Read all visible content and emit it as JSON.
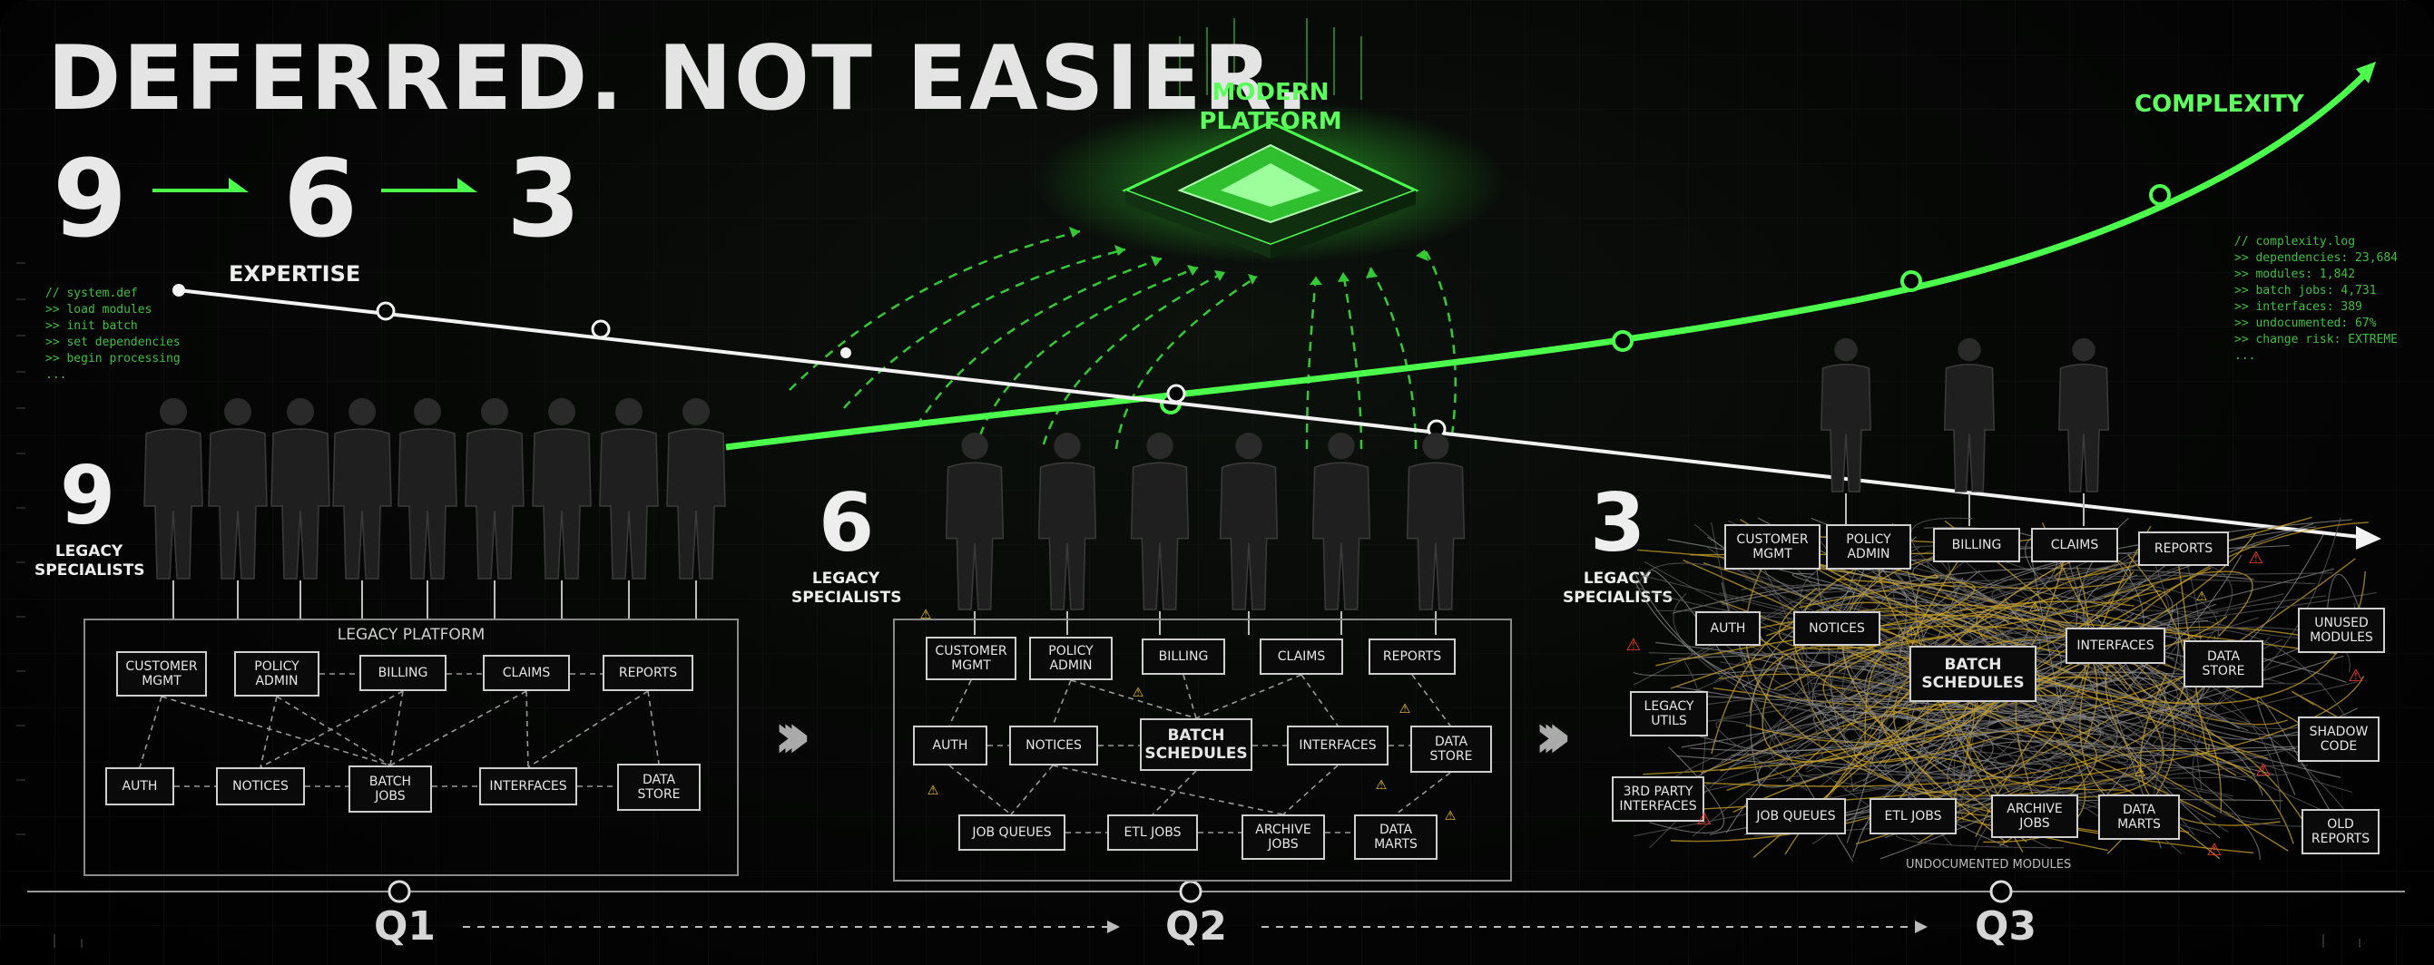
{
  "title": "DEFERRED. NOT EASIER.",
  "sequence": [
    "9",
    "6",
    "3"
  ],
  "platform_label": {
    "line1": "MODERN",
    "line2": "PLATFORM"
  },
  "complexity_label": "COMPLEXITY",
  "expertise_label": "EXPERTISE",
  "system_log": {
    "lines": [
      "// system.def",
      ">> load modules",
      ">> init batch",
      ">> set dependencies",
      ">> begin processing",
      "..."
    ]
  },
  "complexity_log": {
    "lines": [
      "// complexity.log",
      ">> dependencies: 23,684",
      ">> modules: 1,842",
      ">> batch jobs: 4,731",
      ">> interfaces: 389",
      ">> undocumented: 67%",
      ">> change risk: EXTREME",
      "..."
    ]
  },
  "teams": [
    {
      "count": "9",
      "caption": "LEGACY\nSPECIALISTS",
      "people": 9
    },
    {
      "count": "6",
      "caption": "LEGACY\nSPECIALISTS",
      "people": 6
    },
    {
      "count": "3",
      "caption": "LEGACY\nSPECIALISTS",
      "people": 3
    }
  ],
  "q1": {
    "platform_title": "LEGACY PLATFORM",
    "modules": {
      "customer_mgmt": "CUSTOMER\nMGMT",
      "policy_admin": "POLICY\nADMIN",
      "billing": "BILLING",
      "claims": "CLAIMS",
      "reports": "REPORTS",
      "auth": "AUTH",
      "notices": "NOTICES",
      "batch_jobs": "BATCH\nJOBS",
      "interfaces": "INTERFACES",
      "data_store": "DATA\nSTORE"
    }
  },
  "q2": {
    "modules": {
      "customer_mgmt": "CUSTOMER\nMGMT",
      "policy_admin": "POLICY\nADMIN",
      "billing": "BILLING",
      "claims": "CLAIMS",
      "reports": "REPORTS",
      "auth": "AUTH",
      "notices": "NOTICES",
      "batch_schedules": "BATCH\nSCHEDULES",
      "interfaces": "INTERFACES",
      "data_store": "DATA\nSTORE",
      "job_queues": "JOB QUEUES",
      "etl_jobs": "ETL JOBS",
      "archive_jobs": "ARCHIVE\nJOBS",
      "data_marts": "DATA\nMARTS"
    }
  },
  "q3": {
    "modules": {
      "customer_mgmt": "CUSTOMER\nMGMT",
      "policy_admin": "POLICY\nADMIN",
      "billing": "BILLING",
      "claims": "CLAIMS",
      "reports": "REPORTS",
      "auth": "AUTH",
      "notices": "NOTICES",
      "batch_schedules": "BATCH\nSCHEDULES",
      "interfaces": "INTERFACES",
      "data_store": "DATA\nSTORE",
      "legacy_utils": "LEGACY\nUTILS",
      "third_party": "3RD PARTY\nINTERFACES",
      "job_queues": "JOB QUEUES",
      "etl_jobs": "ETL JOBS",
      "archive_jobs": "ARCHIVE\nJOBS",
      "data_marts": "DATA\nMARTS",
      "unused_modules": "UNUSED\nMODULES",
      "shadow_code": "SHADOW\nCODE",
      "old_reports": "OLD\nREPORTS"
    },
    "footer": "UNDOCUMENTED MODULES"
  },
  "quarters": [
    "Q1",
    "Q2",
    "Q3"
  ],
  "colors": {
    "green": "#5cff5c",
    "red": "#ff3b30",
    "yellow": "#f2c230",
    "line": "#f2f2f2"
  }
}
